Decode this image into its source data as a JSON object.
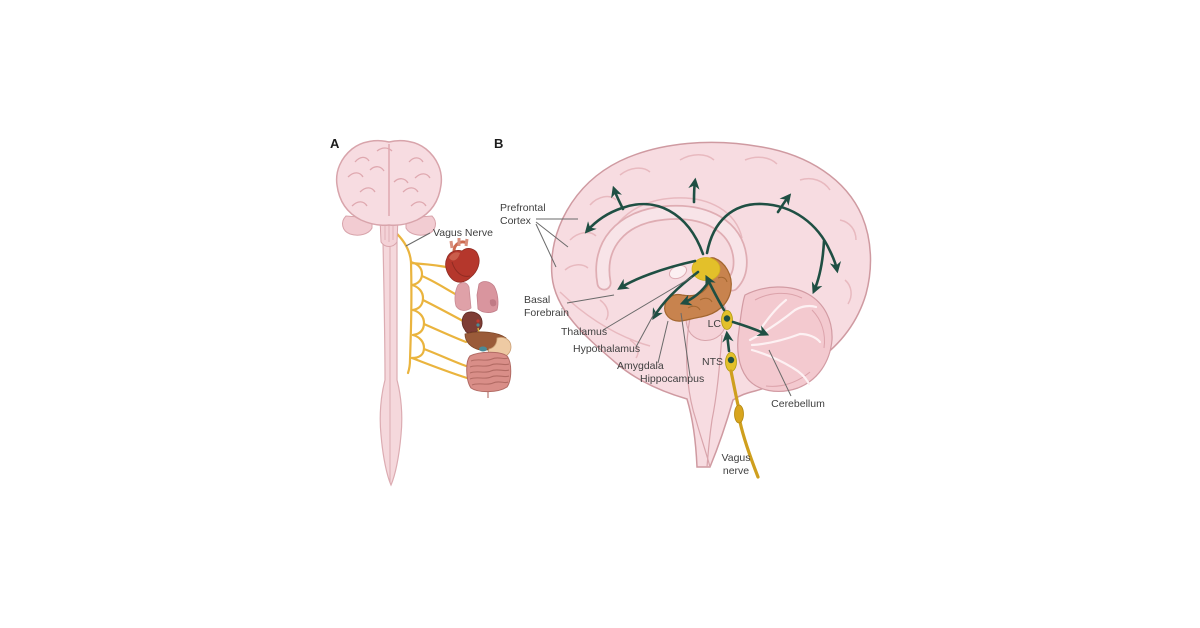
{
  "figure": {
    "panel_a": {
      "letter": "A",
      "vagus_nerve_label": "Vagus Nerve"
    },
    "panel_b": {
      "letter": "B",
      "labels": {
        "prefrontal_line1": "Prefrontal",
        "prefrontal_line2": "Cortex",
        "basal_line1": "Basal",
        "basal_line2": "Forebrain",
        "thalamus": "Thalamus",
        "hypothalamus": "Hypothalamus",
        "amygdala": "Amygdala",
        "hippocampus": "Hippocampus",
        "lc": "LC",
        "nts": "NTS",
        "cerebellum": "Cerebellum",
        "vagus_line1": "Vagus",
        "vagus_line2": "nerve"
      }
    },
    "colors": {
      "pathway_green": "#1f4f43",
      "vagus_yellow_panel_a": "#eab43e",
      "vagus_gold_panel_b": "#cf9f1e",
      "nucleus_yellow": "#e3c02a",
      "brain_pink": "#f7dce1",
      "brain_outline_pink": "#d8a4ab",
      "hippocampus_brown": "#c8834e",
      "label_text": "#3f3f3f",
      "background": "#ffffff"
    }
  }
}
